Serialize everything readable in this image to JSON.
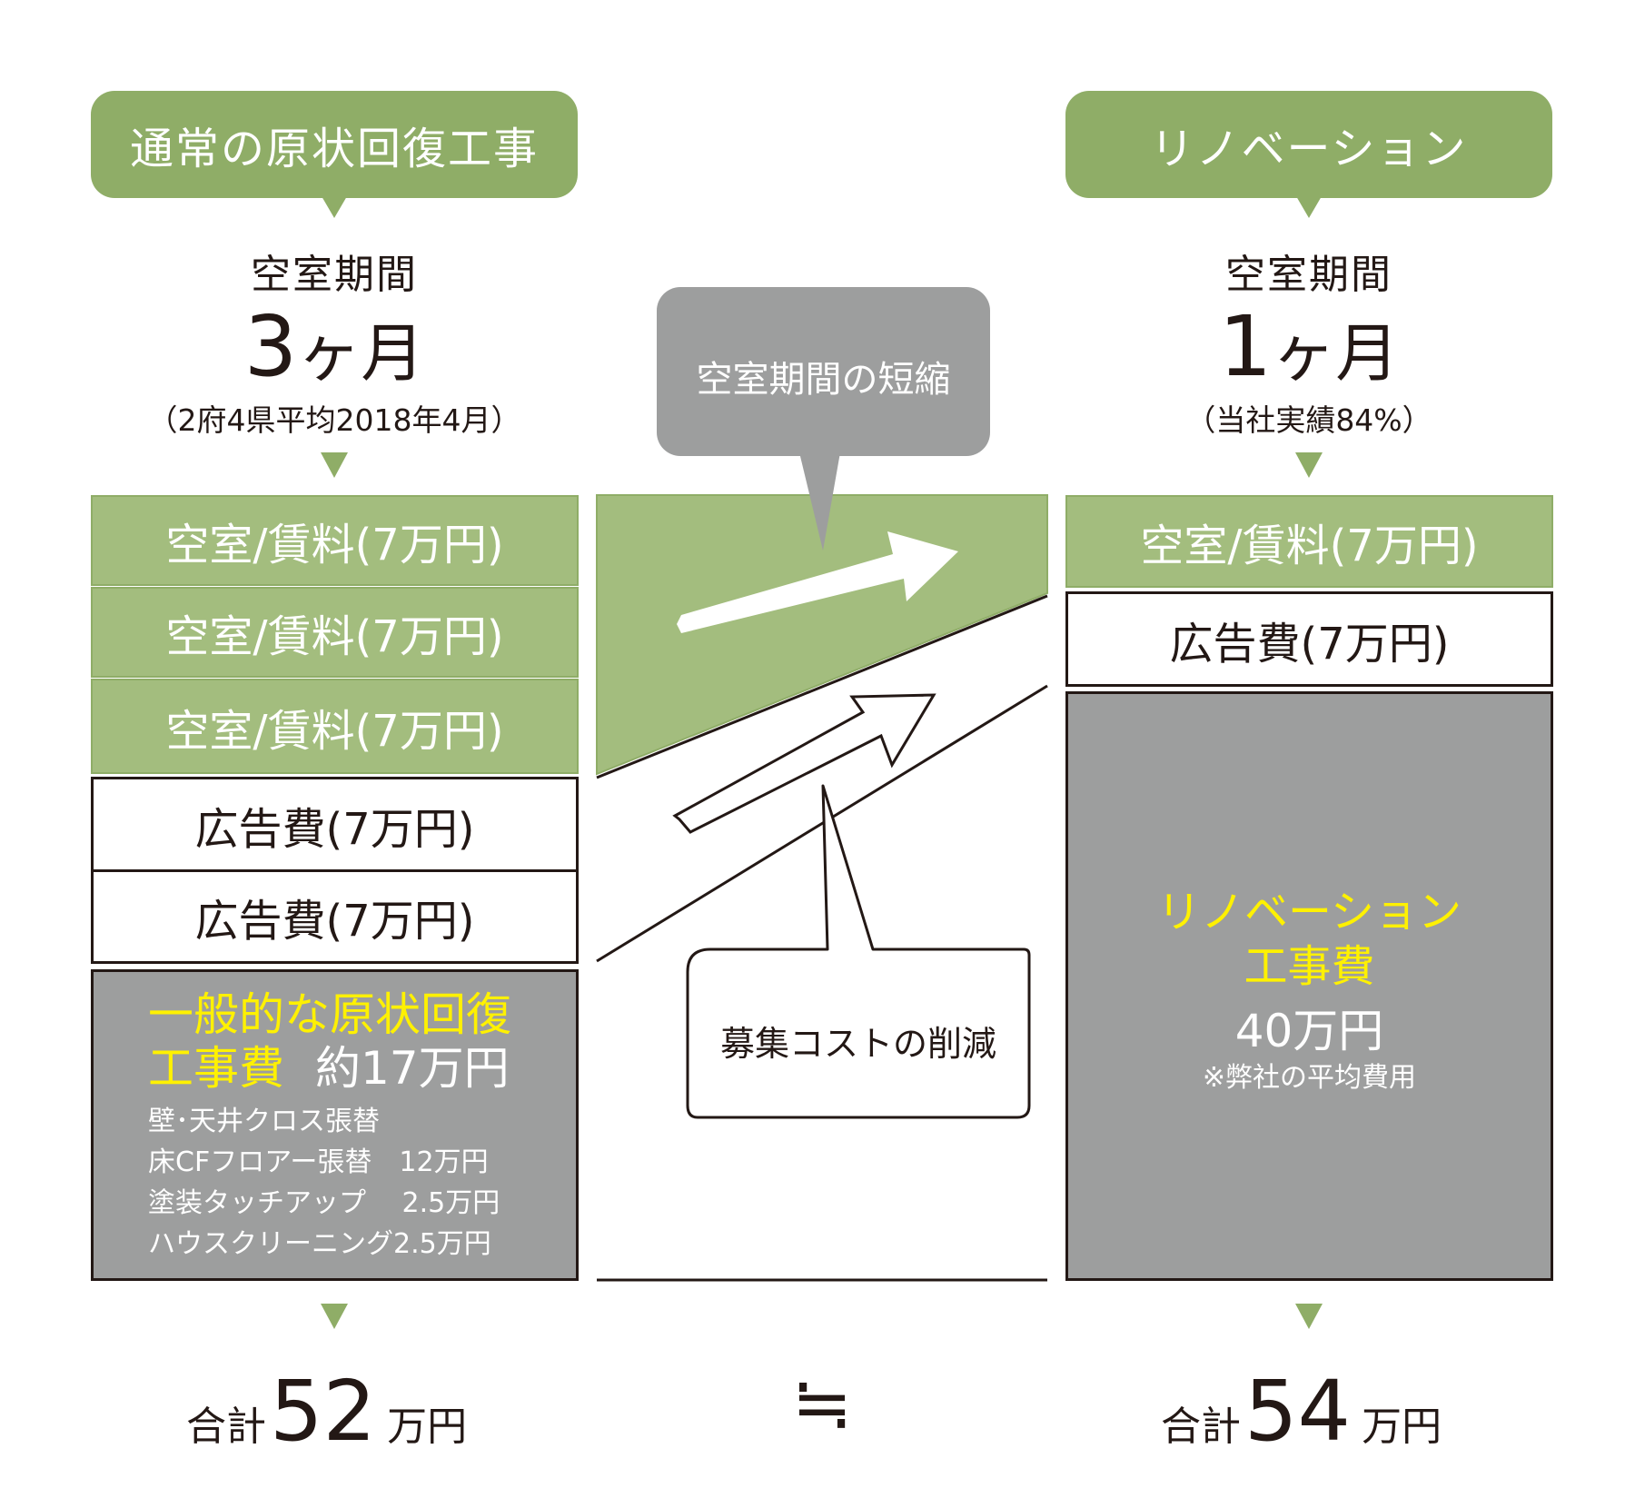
{
  "left": {
    "header": "通常の原状回復工事",
    "vacancy_label": "空室期間",
    "months_num": "3",
    "months_unit": "ヶ月",
    "note": "（2府4県平均2018年4月）",
    "rent_rows": [
      "空室/賃料(7万円)",
      "空室/賃料(7万円)",
      "空室/賃料(7万円)"
    ],
    "ad_rows": [
      "広告費(7万円)",
      "広告費(7万円)"
    ],
    "cost_title_line1": "一般的な原状回復",
    "cost_title_line2": "工事費",
    "cost_amount": "約17万円",
    "cost_items": [
      "壁･天井クロス張替",
      "床CFフロアー張替　12万円",
      "塗装タッチアップ　 2.5万円",
      "ハウスクリーニング2.5万円"
    ],
    "total_prefix": "合計",
    "total_value": "52",
    "total_unit": "万円"
  },
  "middle": {
    "bubble_top": "空室期間の短縮",
    "bubble_bottom": "募集コストの削減",
    "approx_symbol": "≒"
  },
  "right": {
    "header": "リノベーション",
    "vacancy_label": "空室期間",
    "months_num": "1",
    "months_unit": "ヶ月",
    "note": "（当社実績84%）",
    "rent_rows": [
      "空室/賃料(7万円)"
    ],
    "ad_rows": [
      "広告費(7万円)"
    ],
    "cost_title_line1": "リノベーション",
    "cost_title_line2": "工事費",
    "cost_amount": "40万円",
    "cost_note": "※弊社の平均費用",
    "total_prefix": "合計",
    "total_value": "54",
    "total_unit": "万円"
  },
  "colors": {
    "green_dark": "#8fad67",
    "green_light": "#a3bd7e",
    "gray": "#9d9e9e",
    "yellow": "#fff100",
    "text": "#231815"
  }
}
